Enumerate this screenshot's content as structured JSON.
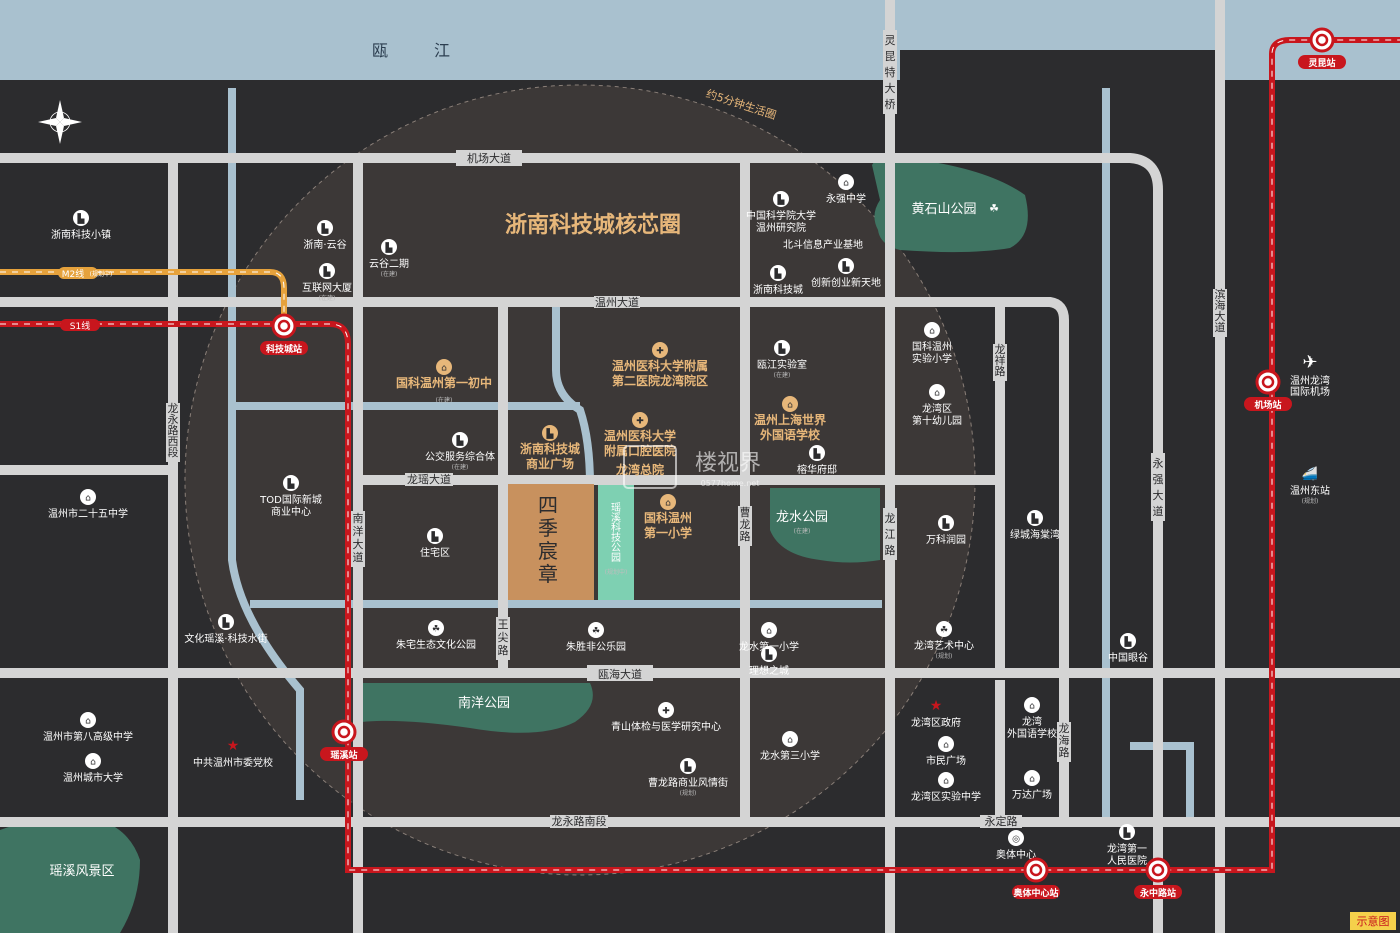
{
  "river": {
    "char1": "瓯",
    "char2": "江"
  },
  "circle_label": "约5分钟生活圈",
  "core_zone": "浙南科技城核芯圈",
  "project": {
    "c1": "四",
    "c2": "季",
    "c3": "宸",
    "c4": "章"
  },
  "watermark": {
    "brand": "楼视界",
    "url": "0577home.net"
  },
  "badge": "示意图",
  "metro_lines": {
    "m2": "M2线",
    "m2_note": "(规划中)",
    "s1": "S1线"
  },
  "stations": {
    "lingkun": "灵昆站",
    "kejicheng": "科技城站",
    "jichang": "机场站",
    "yaoxi": "瑶溪站",
    "aotizhongxin": "奥体中心站",
    "yongzhonglu": "永中路站"
  },
  "roads": {
    "jichang": "机场大道",
    "wenzhou": "温州大道",
    "ouhai": "瓯海大道",
    "longyong_nan": "龙永路南段",
    "longyong_xi": [
      "龙",
      "永",
      "路",
      "西",
      "段"
    ],
    "nanyang": [
      "南",
      "洋",
      "大",
      "道"
    ],
    "longyao": "龙瑶大道",
    "wangjian": [
      "王",
      "尖",
      "路"
    ],
    "caolong": [
      "曹",
      "龙",
      "路"
    ],
    "longjiang": [
      "龙",
      "江",
      "路"
    ],
    "longxiang": [
      "龙",
      "祥",
      "路"
    ],
    "yongqiang": [
      "永",
      "强",
      "大",
      "道"
    ],
    "binhai": [
      "滨",
      "海",
      "大",
      "道"
    ],
    "longhai": [
      "龙",
      "海",
      "路"
    ],
    "yongding": "永定路",
    "bridge": [
      "灵",
      "昆",
      "特",
      "大",
      "桥"
    ]
  },
  "parks": {
    "huangshishan": "黄石山公园",
    "longshui": "龙水公园",
    "longshui_note": "(在建)",
    "nanyang": "南洋公园",
    "yaoxi": "瑶溪风景区",
    "yaoxikeji": [
      "瑶",
      "溪",
      "科",
      "技",
      "公",
      "园"
    ],
    "yaoxikeji_note": "(规划中)"
  },
  "airport": {
    "name1": "温州龙湾",
    "name2": "国际机场"
  },
  "east_station": {
    "name": "温州东站",
    "note": "(规划)"
  },
  "pois": [
    {
      "name": "浙南科技小镇",
      "note": ""
    },
    {
      "name": "浙南·云谷",
      "note": ""
    },
    {
      "name": "云谷二期",
      "note": "(在建)"
    },
    {
      "name": "互联网大厦",
      "note": "(在建)"
    },
    {
      "name": "中国科学院大学",
      "note": "温州研究院"
    },
    {
      "name": "永强中学",
      "note": ""
    },
    {
      "name": "北斗信息产业基地",
      "note": ""
    },
    {
      "name": "浙南科技城",
      "note": ""
    },
    {
      "name": "创新创业新天地",
      "note": ""
    },
    {
      "name": "国科温州第一初中",
      "note": "(在建)"
    },
    {
      "name": "温州医科大学附属",
      "note": "第二医院龙湾院区"
    },
    {
      "name": "瓯江实验室",
      "note": "(在建)"
    },
    {
      "name": "温州上海世界",
      "note": "外国语学校"
    },
    {
      "name": "国科温州",
      "note": "实验小学"
    },
    {
      "name": "龙湾区",
      "note": "第十幼儿园"
    },
    {
      "name": "公交服务综合体",
      "note": "(在建)"
    },
    {
      "name": "浙南科技城",
      "note": "商业广场"
    },
    {
      "name": "温州医科大学",
      "note": "附属口腔医院"
    },
    {
      "name": "龙湾总院",
      "note": ""
    },
    {
      "name": "榕华府邸",
      "note": ""
    },
    {
      "name": "温州市二十五中学",
      "note": ""
    },
    {
      "name": "TOD国际新城",
      "note": "商业中心"
    },
    {
      "name": "住宅区",
      "note": ""
    },
    {
      "name": "国科温州",
      "note": "第一小学"
    },
    {
      "name": "万科润园",
      "note": ""
    },
    {
      "name": "绿城海棠湾",
      "note": ""
    },
    {
      "name": "文化瑶溪·科技水街",
      "note": ""
    },
    {
      "name": "朱宅生态文化公园",
      "note": ""
    },
    {
      "name": "朱胜非公乐园",
      "note": ""
    },
    {
      "name": "龙水第一小学",
      "note": ""
    },
    {
      "name": "理想之城",
      "note": ""
    },
    {
      "name": "龙湾艺术中心",
      "note": "(规划)"
    },
    {
      "name": "中国眼谷",
      "note": ""
    },
    {
      "name": "温州市第八高级中学",
      "note": ""
    },
    {
      "name": "温州城市大学",
      "note": ""
    },
    {
      "name": "中共温州市委党校",
      "note": ""
    },
    {
      "name": "青山体检与医学研究中心",
      "note": ""
    },
    {
      "name": "龙水第三小学",
      "note": ""
    },
    {
      "name": "曹龙路商业风情街",
      "note": "(规划)"
    },
    {
      "name": "龙湾区政府",
      "note": ""
    },
    {
      "name": "龙湾",
      "note": "外国语学校"
    },
    {
      "name": "市民广场",
      "note": ""
    },
    {
      "name": "万达广场",
      "note": ""
    },
    {
      "name": "龙湾区实验中学",
      "note": ""
    },
    {
      "name": "奥体中心",
      "note": ""
    },
    {
      "name": "龙湾第一",
      "note": "人民医院"
    }
  ],
  "colors": {
    "background": "#2c2c2e",
    "road": "#d4d4d4",
    "river": "#a9c1cf",
    "park": "#3f7462",
    "metro_red": "#c8161d",
    "metro_m2": "#e6a23c",
    "project": "#c8915e",
    "accent_gold": "#e7b77a"
  }
}
